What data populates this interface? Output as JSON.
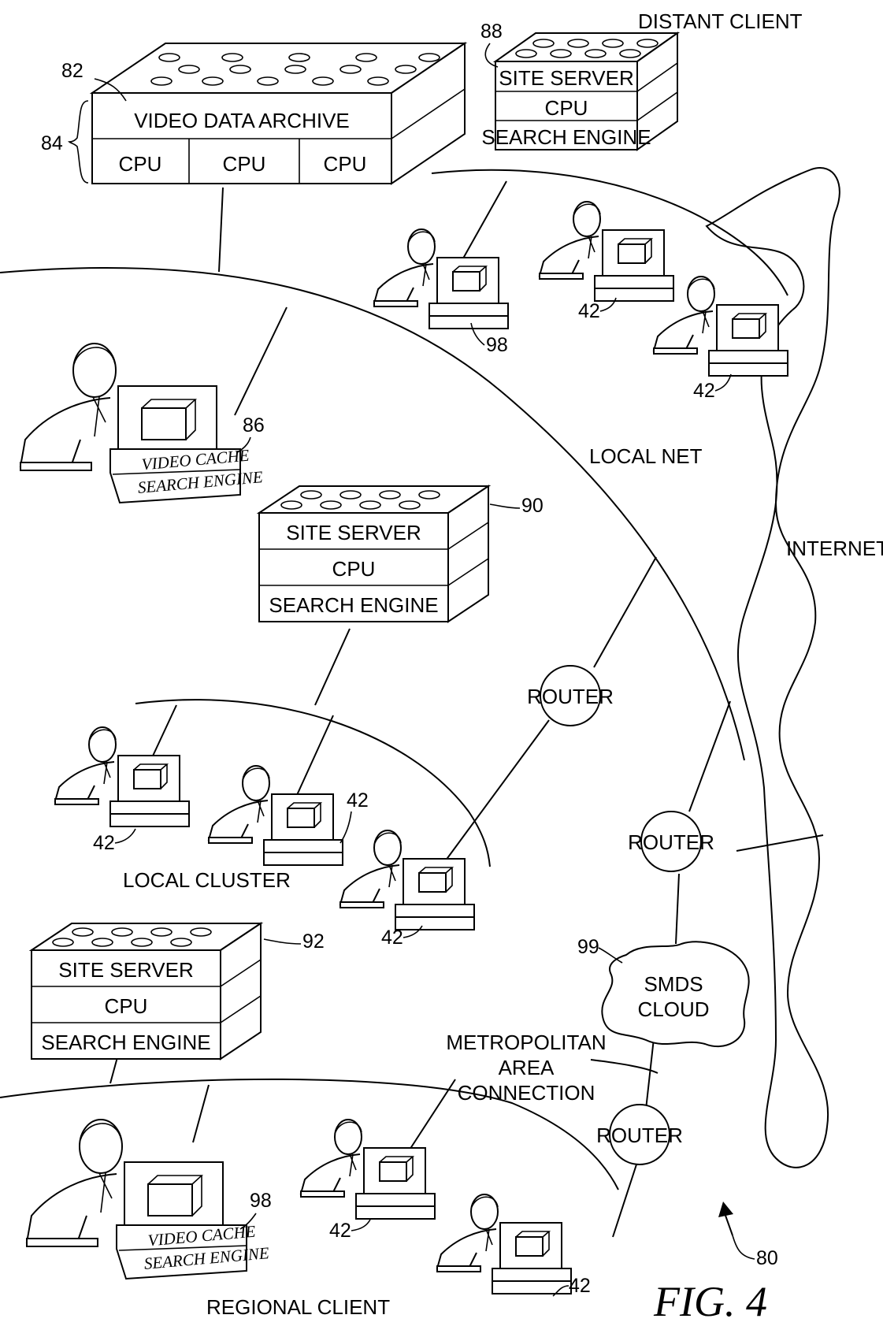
{
  "labels": {
    "distant_client": "DISTANT CLIENT",
    "local_net": "LOCAL NET",
    "internet": "INTERNET",
    "local_cluster": "LOCAL CLUSTER",
    "regional_client": "REGIONAL CLIENT",
    "metro": [
      "METROPOLITAN",
      "AREA",
      "CONNECTION"
    ],
    "figure": "FIG. 4"
  },
  "archive": {
    "title": "VIDEO DATA ARCHIVE",
    "cpus": [
      "CPU",
      "CPU",
      "CPU"
    ]
  },
  "site_server_rows": [
    "SITE SERVER",
    "CPU",
    "SEARCH ENGINE"
  ],
  "video_cache_rows": [
    "VIDEO CACHE",
    "SEARCH ENGINE"
  ],
  "router_label": "ROUTER",
  "smds": [
    "SMDS",
    "CLOUD"
  ],
  "refs": {
    "r80": "80",
    "r82": "82",
    "r84": "84",
    "r86": "86",
    "r88": "88",
    "r90": "90",
    "r92": "92",
    "r98": "98",
    "r99": "99",
    "r42": "42"
  }
}
